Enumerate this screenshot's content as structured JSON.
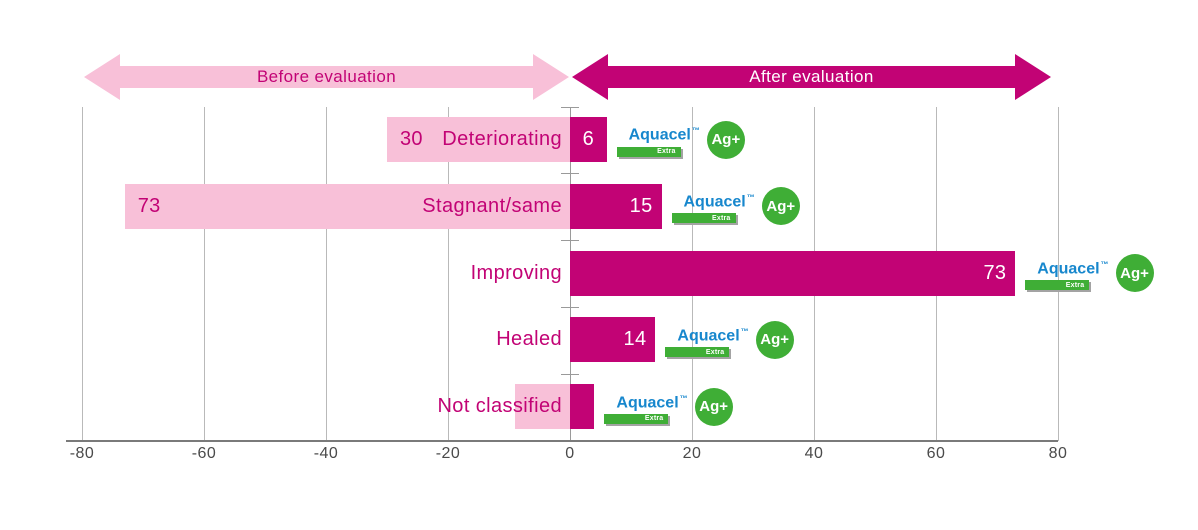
{
  "arrows": {
    "before": {
      "label": "Before evaluation"
    },
    "after": {
      "label": "After evaluation"
    }
  },
  "logo": {
    "brand": "Aquacel",
    "trademark": "™",
    "extra": "Extra",
    "badge": "Ag+"
  },
  "colors": {
    "magenta": "#c20375",
    "pink": "#f8c0d8",
    "white_text": "#ffffff",
    "logo_blue": "#1787cd",
    "logo_green": "#3fae36",
    "extra_shadow": "#a3a3a3",
    "gridline": "#b9b9b9",
    "zero_line": "#9a9a9a",
    "axis_line": "#7a7a7a",
    "tick_text": "#4a4a4a"
  },
  "chart_data": {
    "type": "bar",
    "orientation": "horizontal",
    "diverging": true,
    "title": "",
    "categories": [
      "Deteriorating",
      "Stagnant/same",
      "Improving",
      "Healed",
      "Not classified"
    ],
    "series": [
      {
        "name": "Before evaluation",
        "side": "left",
        "color_key": "pink",
        "values": [
          30,
          73,
          0,
          0,
          9
        ],
        "labels": [
          "30",
          "73",
          "",
          "",
          ""
        ]
      },
      {
        "name": "After evaluation",
        "side": "right",
        "color_key": "magenta",
        "values": [
          6,
          15,
          73,
          14,
          4
        ],
        "labels": [
          "6",
          "15",
          "73",
          "14",
          ""
        ]
      }
    ],
    "xlim": [
      -80,
      80
    ],
    "xticks": [
      -80,
      -60,
      -40,
      -20,
      0,
      20,
      40,
      60,
      80
    ],
    "grid": true,
    "legend_position": "top-arrows"
  }
}
